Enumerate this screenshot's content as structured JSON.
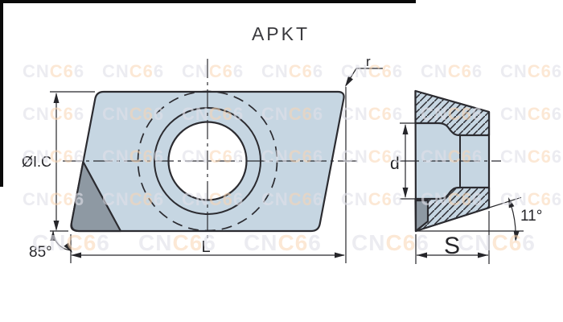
{
  "title": "APKT",
  "watermark": {
    "text": "CNC66"
  },
  "labels": {
    "inscribed_circle": "ØI.C",
    "length": "L",
    "corner_angle": "85°",
    "corner_radius": "r",
    "hole_diameter": "d",
    "thickness": "S",
    "relief_angle": "11°"
  },
  "colors": {
    "insert_fill": "#c6d6e2",
    "facet_fill": "#8e99a3",
    "hole_fill": "#ffffff",
    "line": "#2b2b30",
    "watermark_gray": "#e8e8ee",
    "watermark_accent": "#fbe3cd"
  }
}
